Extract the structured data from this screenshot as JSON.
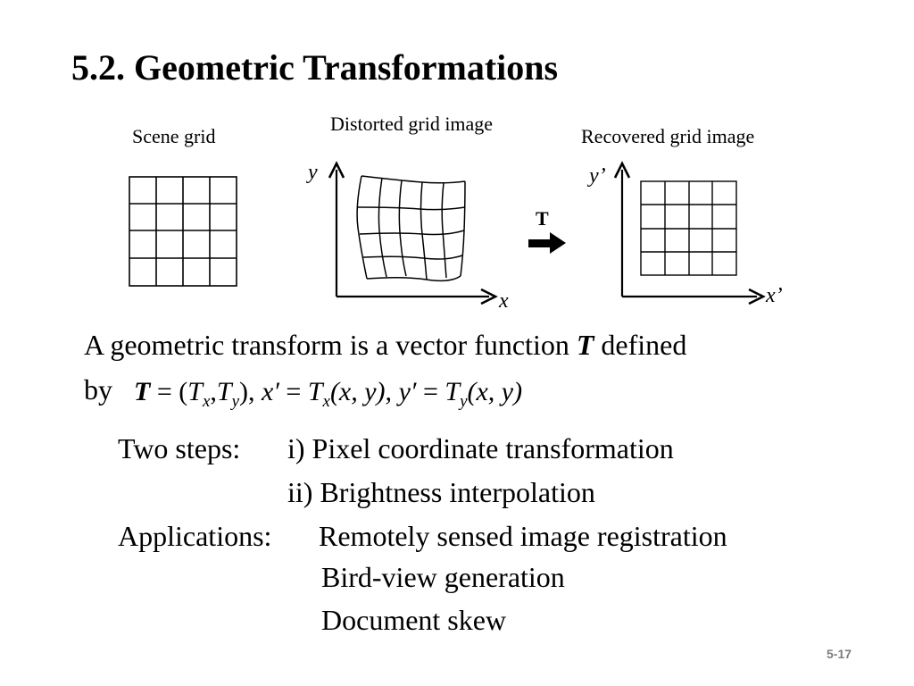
{
  "slide": {
    "title": "5.2.  Geometric Transformations",
    "page_number": "5-17"
  },
  "figure": {
    "scene_caption": "Scene grid",
    "distorted_caption": "Distorted grid image",
    "recovered_caption": "Recovered grid image",
    "distorted_axis_y": "y",
    "distorted_axis_x": "x",
    "recovered_axis_y": "y’",
    "recovered_axis_x": "x’",
    "transform_label": "T"
  },
  "body": {
    "intro_line1_prefix": "A geometric transform is a vector function ",
    "intro_symbol": "T",
    "intro_line1_suffix": " defined",
    "intro_line2": "by",
    "formula": {
      "T": "T",
      "p1": " = (",
      "Tx_base": "T",
      "sub_x": "x",
      "comma": ",",
      "Ty_base": "T",
      "sub_y": "y",
      "p2": "),  ",
      "xprime": "x′",
      "eq1": " = ",
      "T1": "T",
      "sub1": "x",
      "args1": "(x, y),  ",
      "yprime": "y′",
      "eq2": " = ",
      "T2": "T",
      "sub2": "y",
      "args2": "(x, y)"
    },
    "steps_label": "Two steps:",
    "step1": "i)  Pixel coordinate transformation",
    "step2": "ii)  Brightness interpolation",
    "apps_label": "Applications:",
    "app1": "Remotely sensed image registration",
    "app2": "Bird-view generation",
    "app3": "Document skew"
  }
}
